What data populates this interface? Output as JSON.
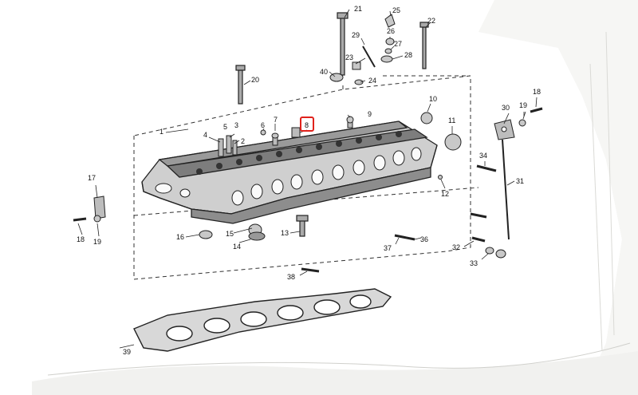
{
  "diagram": {
    "highlight_color": "#e0221c",
    "highlight_label": "8",
    "callouts": [
      {
        "id": "c1",
        "text": "1"
      },
      {
        "id": "c2",
        "text": "2"
      },
      {
        "id": "c3",
        "text": "3"
      },
      {
        "id": "c4",
        "text": "4"
      },
      {
        "id": "c5",
        "text": "5"
      },
      {
        "id": "c6",
        "text": "6"
      },
      {
        "id": "c7",
        "text": "7"
      },
      {
        "id": "c8",
        "text": "8"
      },
      {
        "id": "c9",
        "text": "9"
      },
      {
        "id": "c10",
        "text": "10"
      },
      {
        "id": "c11",
        "text": "11"
      },
      {
        "id": "c12",
        "text": "12"
      },
      {
        "id": "c13",
        "text": "13"
      },
      {
        "id": "c14",
        "text": "14"
      },
      {
        "id": "c15",
        "text": "15"
      },
      {
        "id": "c16",
        "text": "16"
      },
      {
        "id": "c17",
        "text": "17"
      },
      {
        "id": "c18a",
        "text": "18"
      },
      {
        "id": "c18b",
        "text": "18"
      },
      {
        "id": "c19a",
        "text": "19"
      },
      {
        "id": "c19b",
        "text": "19"
      },
      {
        "id": "c20",
        "text": "20"
      },
      {
        "id": "c21",
        "text": "21"
      },
      {
        "id": "c22",
        "text": "22"
      },
      {
        "id": "c23",
        "text": "23"
      },
      {
        "id": "c24",
        "text": "24"
      },
      {
        "id": "c25",
        "text": "25"
      },
      {
        "id": "c26",
        "text": "26"
      },
      {
        "id": "c27",
        "text": "27"
      },
      {
        "id": "c28",
        "text": "28"
      },
      {
        "id": "c29",
        "text": "29"
      },
      {
        "id": "c30",
        "text": "30"
      },
      {
        "id": "c31",
        "text": "31"
      },
      {
        "id": "c32",
        "text": "32"
      },
      {
        "id": "c33",
        "text": "33"
      },
      {
        "id": "c34",
        "text": "34"
      },
      {
        "id": "c36",
        "text": "36"
      },
      {
        "id": "c37",
        "text": "37"
      },
      {
        "id": "c38",
        "text": "38"
      },
      {
        "id": "c39",
        "text": "39"
      },
      {
        "id": "c40",
        "text": "40"
      }
    ]
  }
}
